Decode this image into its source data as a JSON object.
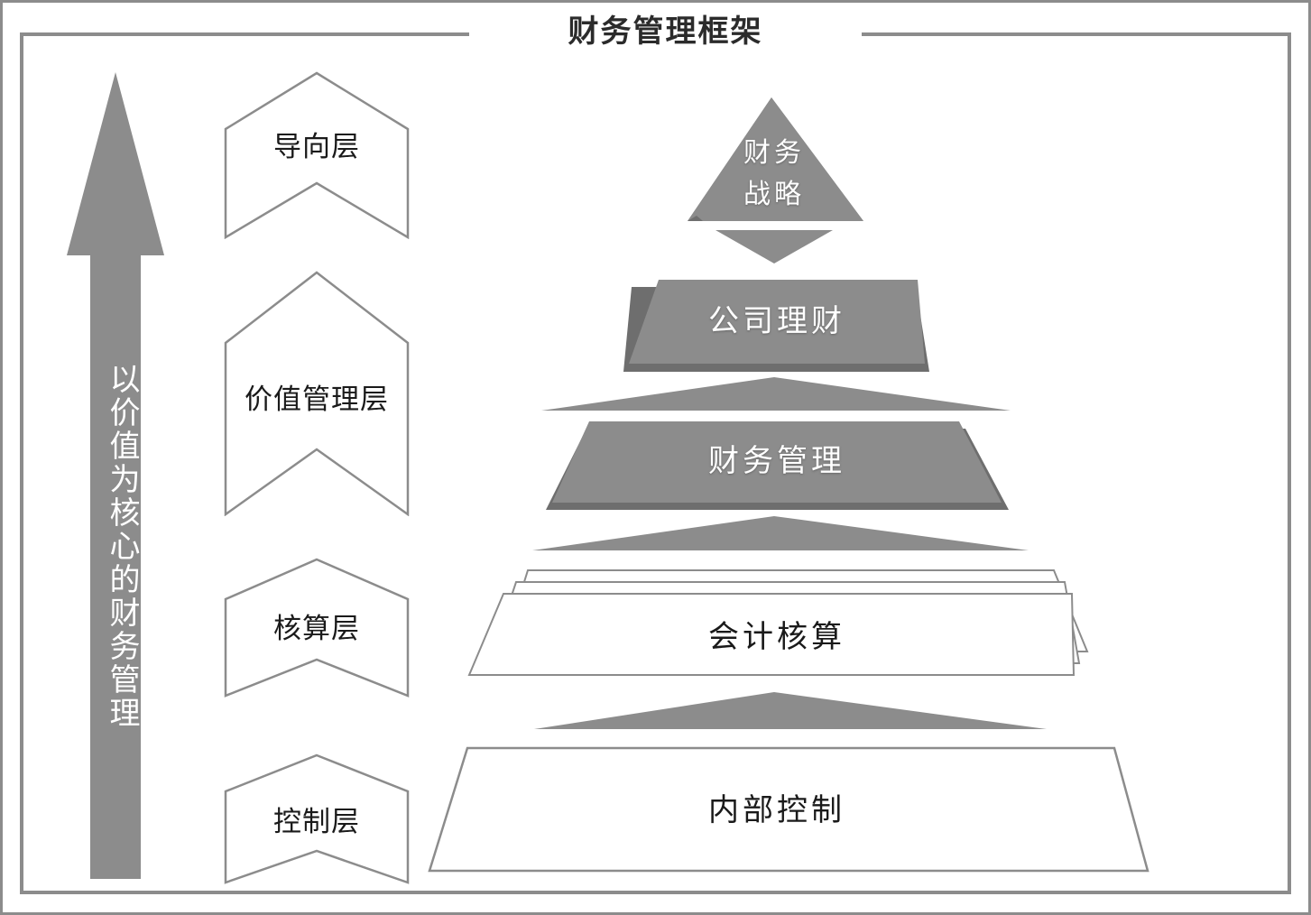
{
  "title": "财务管理框架",
  "arrow": {
    "label": "以价值为核心的财务管理"
  },
  "layers": [
    {
      "id": "guidance",
      "label": "导向层"
    },
    {
      "id": "value-management",
      "label": "价值管理层"
    },
    {
      "id": "accounting",
      "label": "核算层"
    },
    {
      "id": "control",
      "label": "控制层"
    }
  ],
  "pyramid": {
    "tiers": [
      {
        "id": "financial-strategy",
        "label": "财务\n战略",
        "line1": "财务",
        "line2": "战略",
        "fill": "#8c8c8c",
        "text_color": "#ffffff",
        "shape": "triangle"
      },
      {
        "id": "corporate-finance",
        "label": "公司理财",
        "fill": "#8c8c8c",
        "text_color": "#ffffff",
        "shape": "trapezoid"
      },
      {
        "id": "financial-management",
        "label": "财务管理",
        "fill": "#8c8c8c",
        "text_color": "#ffffff",
        "shape": "trapezoid"
      },
      {
        "id": "accounting-records",
        "label": "会计核算",
        "fill": "#ffffff",
        "text_color": "#1a1a1a",
        "shape": "stacked-trapezoid"
      },
      {
        "id": "internal-control",
        "label": "内部控制",
        "fill": "#ffffff",
        "text_color": "#1a1a1a",
        "shape": "trapezoid"
      }
    ],
    "connectors": [
      {
        "id": "connector-1",
        "direction": "down"
      },
      {
        "id": "connector-2",
        "direction": "up"
      },
      {
        "id": "connector-3",
        "direction": "up"
      },
      {
        "id": "connector-4",
        "direction": "up"
      }
    ]
  },
  "colors": {
    "gray": "#8c8c8c",
    "outline": "#8c8c8c",
    "text_dark": "#1a1a1a",
    "text_light": "#ffffff",
    "shadow": "#6e6e6e"
  }
}
